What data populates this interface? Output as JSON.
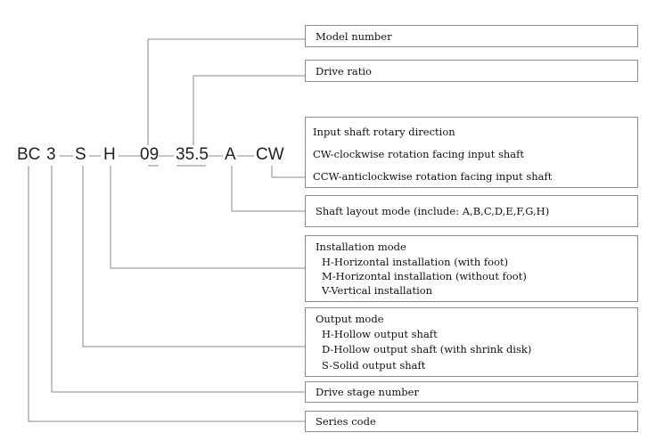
{
  "model_code": {
    "series": "BC",
    "stage": "3",
    "output": "S",
    "installation": "H",
    "model": "09",
    "ratio": "35.5",
    "layout": "A",
    "direction": "CW",
    "separator": "—"
  },
  "labels": {
    "model_number": "Model number",
    "drive_ratio": "Drive ratio",
    "rotary": {
      "title": "Input shaft rotary direction",
      "cw": "CW-clockwise rotation facing input shaft",
      "ccw": "CCW-anticlockwise rotation facing input shaft"
    },
    "shaft_layout": "Shaft layout mode (include: A,B,C,D,E,F,G,H)",
    "installation": {
      "title": "Installation mode",
      "h": "H-Horizontal installation (with foot)",
      "m": "M-Horizontal installation (without foot)",
      "v": "V-Vertical installation"
    },
    "output": {
      "title": "Output mode",
      "h": "H-Hollow output shaft",
      "d": "D-Hollow output shaft (with shrink disk)",
      "s": "S-Solid output shaft"
    },
    "stage_number": "Drive stage number",
    "series_code": "Series code"
  },
  "colors": {
    "line": "#8a8a8a",
    "box_border": "#8a8a8a",
    "text": "#111111"
  }
}
